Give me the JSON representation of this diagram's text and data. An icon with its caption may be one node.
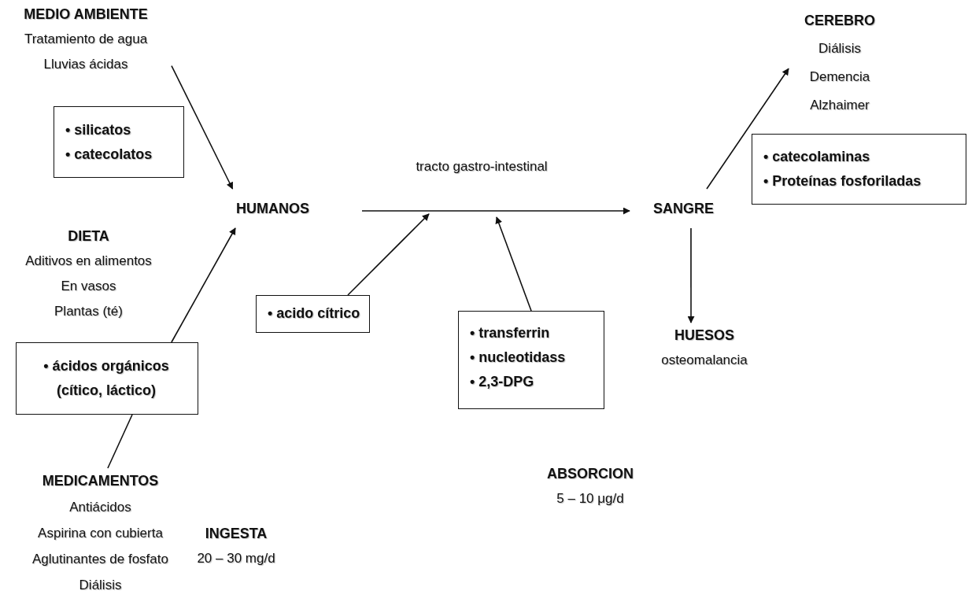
{
  "diagram": {
    "nodes": [
      {
        "text": [
          "MEDIO AMBIENTE",
          "Tratamiento de agua",
          "Lluvias ácidas"
        ]
      },
      {
        "text": [
          "• silicatos",
          "• catecolatos"
        ]
      },
      {
        "text": [
          "HUMANOS"
        ]
      },
      {
        "text": [
          "DIETA",
          "Aditivos en alimentos",
          "En vasos",
          "Plantas (té)"
        ]
      },
      {
        "text": [
          "• ácidos orgánicos (cítico, láctico)"
        ]
      },
      {
        "text": [
          "MEDICAMENTOS",
          "Antiácidos",
          "Aspirina con cubierta",
          "Aglutinantes de fosfato",
          "Diálisis"
        ]
      },
      {
        "text": [
          "• acido cítrico"
        ]
      },
      {
        "text": [
          "• transferrin",
          "• nucleotidass",
          "• 2,3-DPG"
        ]
      },
      {
        "text": [
          "SANGRE"
        ]
      },
      {
        "text": [
          "CEREBRO",
          "Diálisis",
          "Demencia",
          "Alzhaimer"
        ]
      },
      {
        "text": [
          "• catecolaminas",
          "• Proteínas fosforiladas"
        ]
      },
      {
        "text": [
          "HUESOS",
          "osteomalancia"
        ]
      }
    ],
    "edges": [
      {
        "from": 0,
        "to": 2,
        "arrow": "to"
      },
      {
        "from": 4,
        "to": 2,
        "arrow": "to"
      },
      {
        "from": 5,
        "to": 4,
        "arrow": "none"
      },
      {
        "from": 2,
        "to": 8,
        "arrow": "to",
        "label": "tracto gastro-intestinal"
      },
      {
        "from": 6,
        "to": null,
        "arrow": "to"
      },
      {
        "from": 7,
        "to": null,
        "arrow": "to"
      },
      {
        "from": 8,
        "to": 9,
        "arrow": "to"
      },
      {
        "from": 8,
        "to": 11,
        "arrow": "to"
      }
    ],
    "labels": [
      "INGESTA",
      "20 – 30 mg/d",
      "ABSORCION",
      "5 – 10 μg/d"
    ]
  }
}
